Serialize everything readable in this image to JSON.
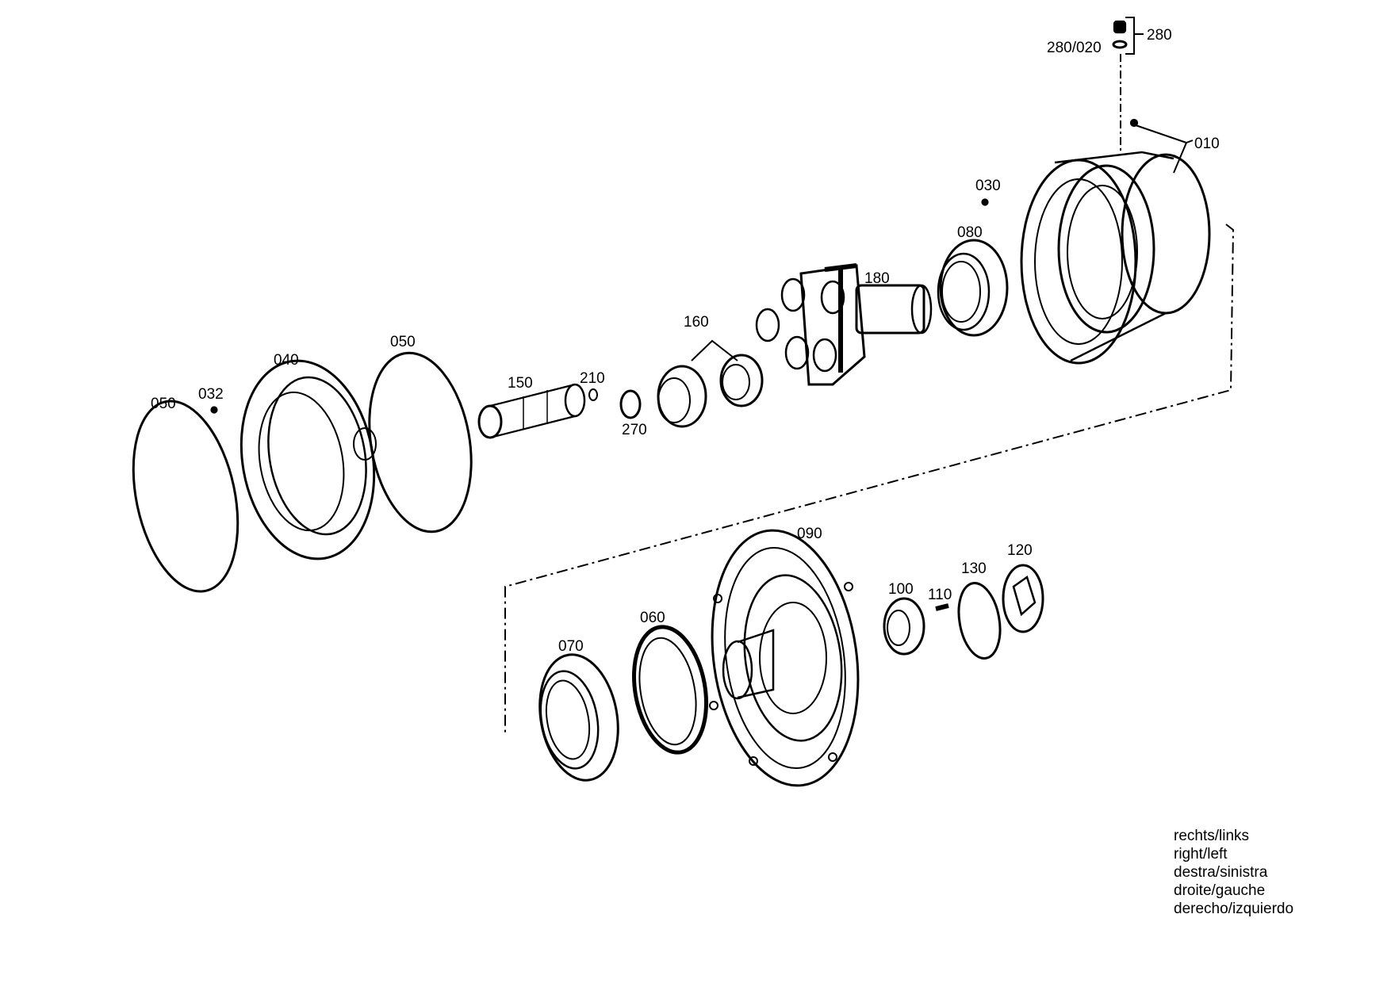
{
  "labels": {
    "p280": "280",
    "p280_020": "280/020",
    "p010": "010",
    "p030": "030",
    "p080": "080",
    "p180": "180",
    "p160": "160",
    "p150": "150",
    "p210": "210",
    "p270": "270",
    "p050_right": "050",
    "p040": "040",
    "p032": "032",
    "p050_left": "050",
    "p090": "090",
    "p100": "100",
    "p110": "110",
    "p130": "130",
    "p120": "120",
    "p060": "060",
    "p070": "070"
  },
  "legend": [
    "rechts/links",
    "right/left",
    "destra/sinistra",
    "droite/gauche",
    "derecho/izquierdo"
  ]
}
